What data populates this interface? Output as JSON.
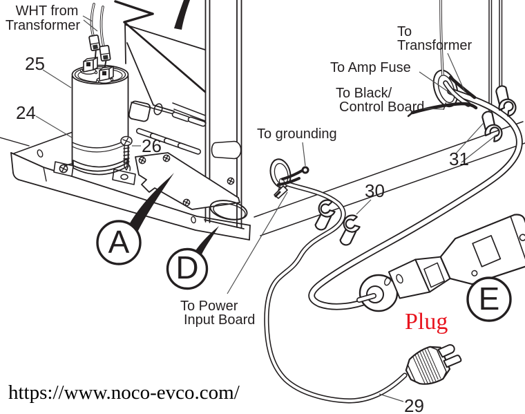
{
  "colors": {
    "ink": "#231f20",
    "leader": "#4f4f4f",
    "red": "#e8141e",
    "paper": "#ffffff"
  },
  "annotations": {
    "wht_from_transformer": {
      "line1": "WHT from",
      "line2": "Transformer"
    },
    "to_transformer": {
      "line1": "To",
      "line2": "Transformer"
    },
    "to_amp_fuse": "To Amp Fuse",
    "to_black_control_board": {
      "line1": "To Black/",
      "line2": "Control Board"
    },
    "to_grounding": "To grounding",
    "to_power_input_board": {
      "line1": "To Power",
      "line2": "Input Board"
    },
    "plug": "Plug"
  },
  "part_numbers": {
    "capacitor": "25",
    "capacitor_clamp": "24",
    "screw": "26",
    "power_cord": "29",
    "cord_clamp": "30",
    "harness_clamp": "31"
  },
  "callouts": {
    "a": "A",
    "d": "D",
    "e": "E"
  },
  "footer": {
    "url": "https://www.noco-evco.com/"
  }
}
